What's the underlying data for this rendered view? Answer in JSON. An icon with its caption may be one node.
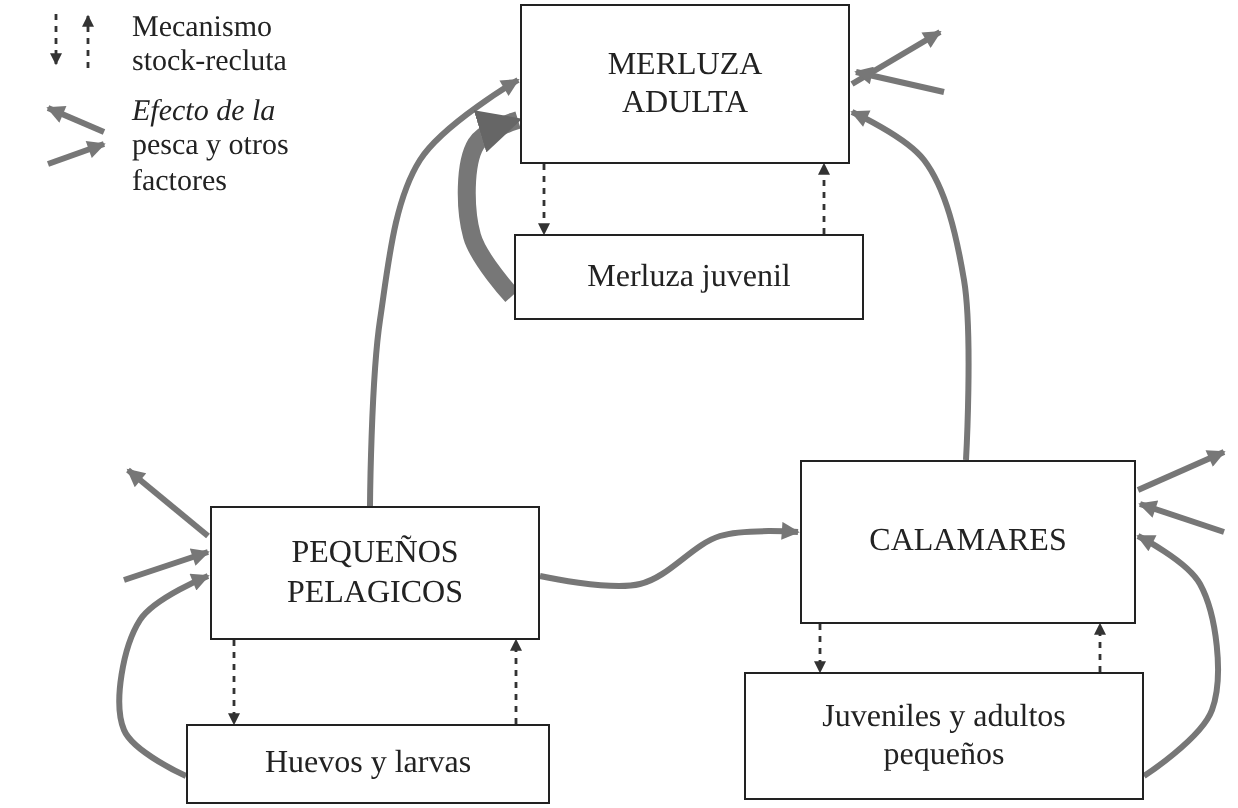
{
  "diagram": {
    "nodes": [
      {
        "text": [
          "MERLUZA ADULTA"
        ]
      },
      {
        "text": [
          "Merluza juvenil"
        ]
      },
      {
        "text": [
          "PEQUEÑOS PELAGICOS"
        ]
      },
      {
        "text": [
          "Huevos y larvas"
        ]
      },
      {
        "text": [
          "CALAMARES"
        ]
      },
      {
        "text": [
          "Juveniles y adultos pequeños"
        ]
      }
    ],
    "edges": [
      {
        "from": 0,
        "to": 1,
        "arrow": "to",
        "style": "dashed"
      },
      {
        "from": 1,
        "to": 0,
        "arrow": "to",
        "style": "dashed"
      },
      {
        "from": 2,
        "to": 3,
        "arrow": "to",
        "style": "dashed"
      },
      {
        "from": 3,
        "to": 2,
        "arrow": "to",
        "style": "dashed"
      },
      {
        "from": 4,
        "to": 5,
        "arrow": "to",
        "style": "dashed"
      },
      {
        "from": 5,
        "to": 4,
        "arrow": "to",
        "style": "dashed"
      },
      {
        "from": 2,
        "to": 0,
        "arrow": "to"
      },
      {
        "from": 2,
        "to": 4,
        "arrow": "to"
      },
      {
        "from": 4,
        "to": 0,
        "arrow": "to"
      },
      {
        "from": 3,
        "to": 2,
        "arrow": "to"
      },
      {
        "from": 5,
        "to": 4,
        "arrow": "to"
      },
      {
        "from": 1,
        "to": 0,
        "arrow": "to",
        "style": "thick"
      },
      {
        "from": 0,
        "to": null,
        "arrow": "to"
      },
      {
        "from": null,
        "to": 0,
        "arrow": "to"
      },
      {
        "from": 2,
        "to": null,
        "arrow": "to"
      },
      {
        "from": null,
        "to": 2,
        "arrow": "to"
      },
      {
        "from": 4,
        "to": null,
        "arrow": "to"
      },
      {
        "from": null,
        "to": 4,
        "arrow": "to"
      }
    ],
    "legend": [
      {
        "text": "Mecanismo stock-recluta"
      },
      {
        "text": "*Efecto de la* pesca y otros factores"
      }
    ]
  }
}
